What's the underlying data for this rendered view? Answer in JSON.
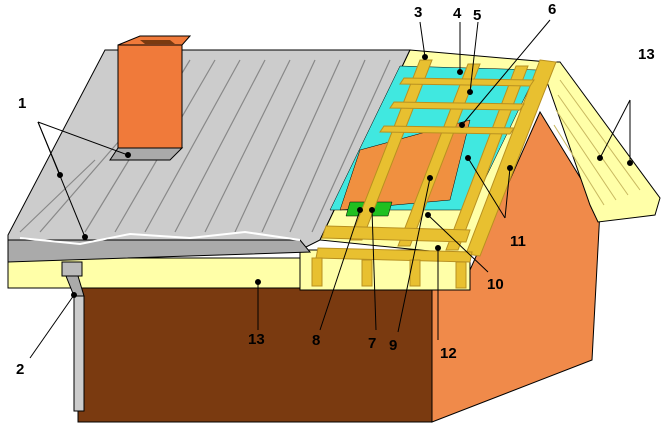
{
  "callouts": [
    {
      "id": "c1",
      "text": "1"
    },
    {
      "id": "c2",
      "text": "2"
    },
    {
      "id": "c3",
      "text": "3"
    },
    {
      "id": "c4",
      "text": "4"
    },
    {
      "id": "c5",
      "text": "5"
    },
    {
      "id": "c6",
      "text": "6"
    },
    {
      "id": "c7",
      "text": "7"
    },
    {
      "id": "c8",
      "text": "8"
    },
    {
      "id": "c9",
      "text": "9"
    },
    {
      "id": "c10",
      "text": "10"
    },
    {
      "id": "c11",
      "text": "11"
    },
    {
      "id": "c12",
      "text": "12"
    },
    {
      "id": "c13a",
      "text": "13"
    },
    {
      "id": "c13b",
      "text": "13"
    }
  ],
  "colors": {
    "roof_sheet": "#cccccc",
    "roof_sheet_shade": "#aaaaaa",
    "chimney": "#f07a3a",
    "wall_brown": "#7a3a10",
    "wall_gable": "#f08a4a",
    "timber": "#e8c030",
    "timber_dark": "#b89020",
    "board_cream": "#ffffa8",
    "membrane_cyan": "#40e8e0",
    "insulation_green": "#20c020",
    "insulation_orange": "#f09040"
  }
}
